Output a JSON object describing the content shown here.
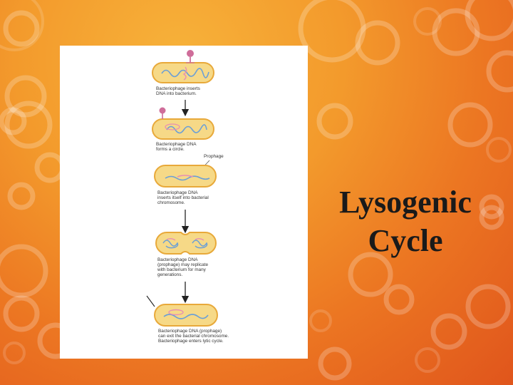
{
  "slide": {
    "title_line1": "Lysogenic",
    "title_line2": "Cycle"
  },
  "diagram": {
    "captions": [
      [
        "Bacteriophage inserts",
        "DNA into bacterium."
      ],
      [
        "Bacteriophage DNA",
        "forms a circle."
      ],
      [
        "Bacteriophage DNA",
        "inserts itself into bacterial",
        "chromosome."
      ],
      [
        "Bacteriophage DNA",
        "(prophage) may replicate",
        "with bacterium for many",
        "generations."
      ],
      [
        "Bacteriophage DNA (prophage)",
        "can exit the bacterial chromosome.",
        "Bacteriophage enters lytic cycle."
      ]
    ],
    "prophage_label": "Prophage"
  },
  "colors": {
    "background": "#ec7622",
    "panel": "#ffffff",
    "cell_fill": "#f6d987",
    "cell_outline": "#e8a93a",
    "bacterial_dna": "#6b9fd6",
    "phage_dna": "#e78fb3",
    "phage": "#cf6d9a"
  }
}
